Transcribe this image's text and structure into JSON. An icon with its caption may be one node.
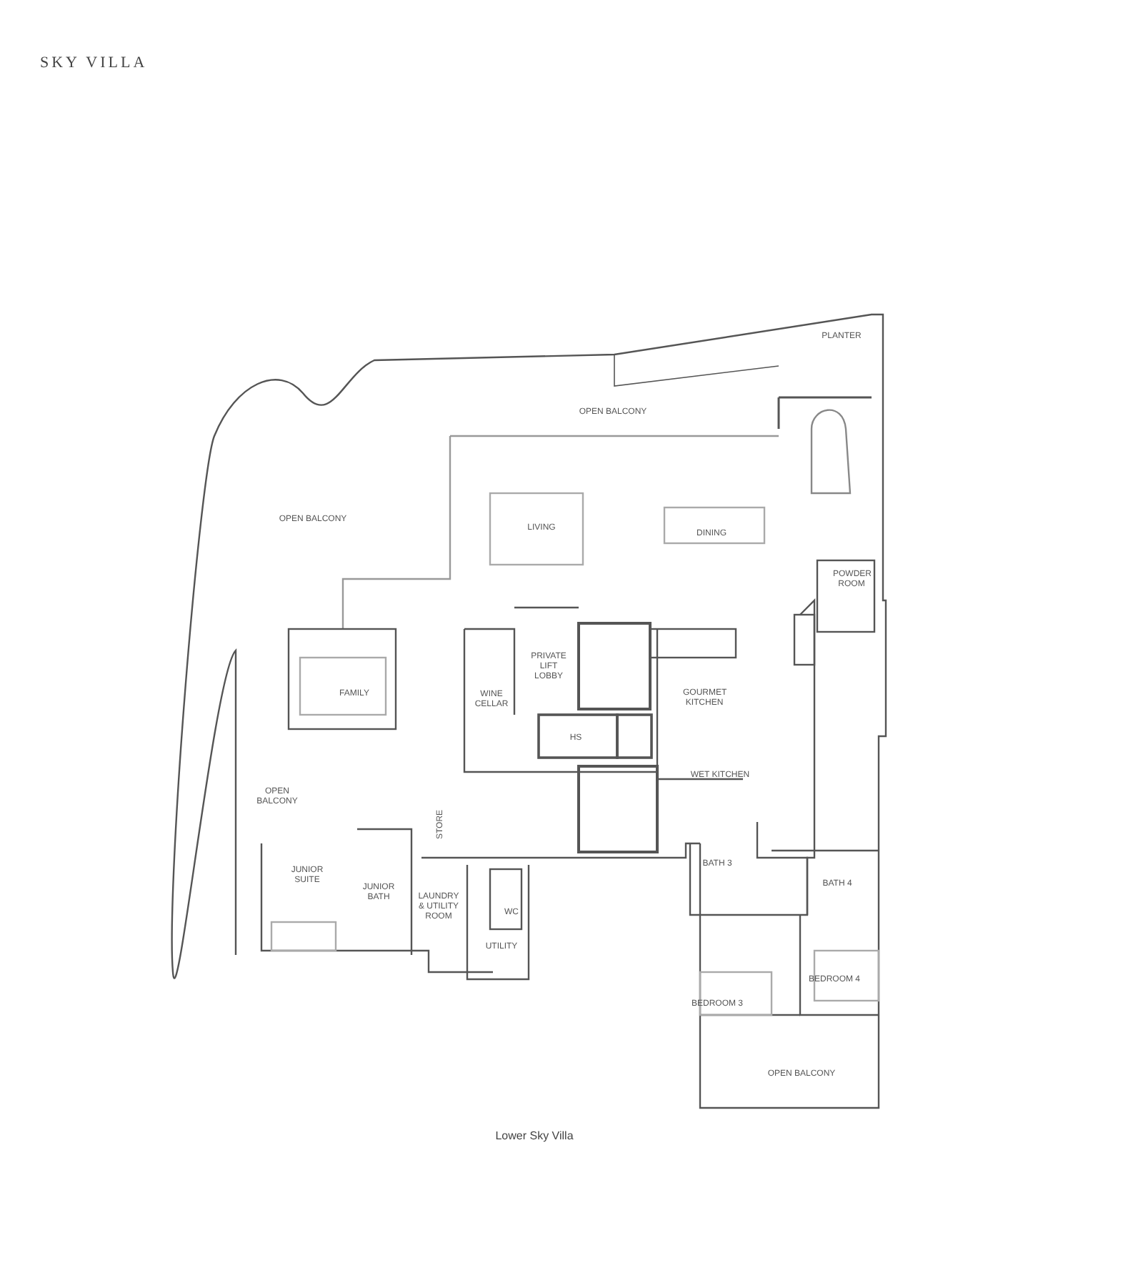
{
  "diagram": {
    "title": "SKY VILLA",
    "caption": "Lower Sky Villa",
    "labels": [
      "PLANTER",
      "OPEN BALCONY",
      "OPEN BALCONY",
      "LIVING",
      "DINING",
      "POWDER ROOM",
      "PRIVATE LIFT LOBBY",
      "FAMILY",
      "WINE CELLAR",
      "GOURMET KITCHEN",
      "HS",
      "WET KITCHEN",
      "OPEN BALCONY",
      "STORE",
      "JUNIOR SUITE",
      "JUNIOR BATH",
      "LAUNDRY & UTILITY ROOM",
      "WC",
      "BATH 3",
      "BATH 4",
      "UTILITY",
      "BEDROOM 4",
      "BEDROOM 3",
      "OPEN BALCONY"
    ]
  }
}
